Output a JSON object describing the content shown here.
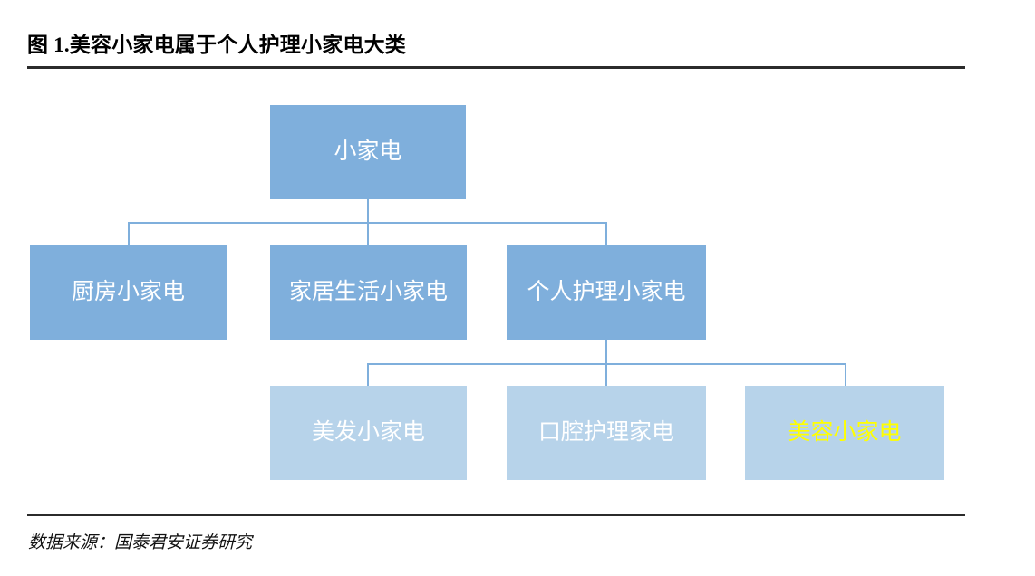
{
  "header": {
    "title": "图 1.美容小家电属于个人护理小家电大类"
  },
  "footer": {
    "source": "数据来源：国泰君安证券研究"
  },
  "colors": {
    "box_primary": "#7FAFDC",
    "box_secondary": "#B7D3EA",
    "connector": "#7FAFDC",
    "highlight_text": "#FFFF00",
    "box_text": "#FFFFFF",
    "rule": "#2B2B2B"
  },
  "chart_data": {
    "type": "diagram",
    "subtype": "org-tree",
    "title": "图 1.美容小家电属于个人护理小家电大类",
    "nodes": [
      {
        "id": "n0",
        "label": "小家电",
        "level": 1,
        "parent": null,
        "highlight": false
      },
      {
        "id": "n1",
        "label": "厨房小家电",
        "level": 2,
        "parent": "n0",
        "highlight": false
      },
      {
        "id": "n2",
        "label": "家居生活小家电",
        "level": 2,
        "parent": "n0",
        "highlight": false
      },
      {
        "id": "n3",
        "label": "个人护理小家电",
        "level": 2,
        "parent": "n0",
        "highlight": false
      },
      {
        "id": "n4",
        "label": "美发小家电",
        "level": 3,
        "parent": "n3",
        "highlight": false
      },
      {
        "id": "n5",
        "label": "口腔护理家电",
        "level": 3,
        "parent": "n3",
        "highlight": false
      },
      {
        "id": "n6",
        "label": "美容小家电",
        "level": 3,
        "parent": "n3",
        "highlight": true
      }
    ]
  }
}
